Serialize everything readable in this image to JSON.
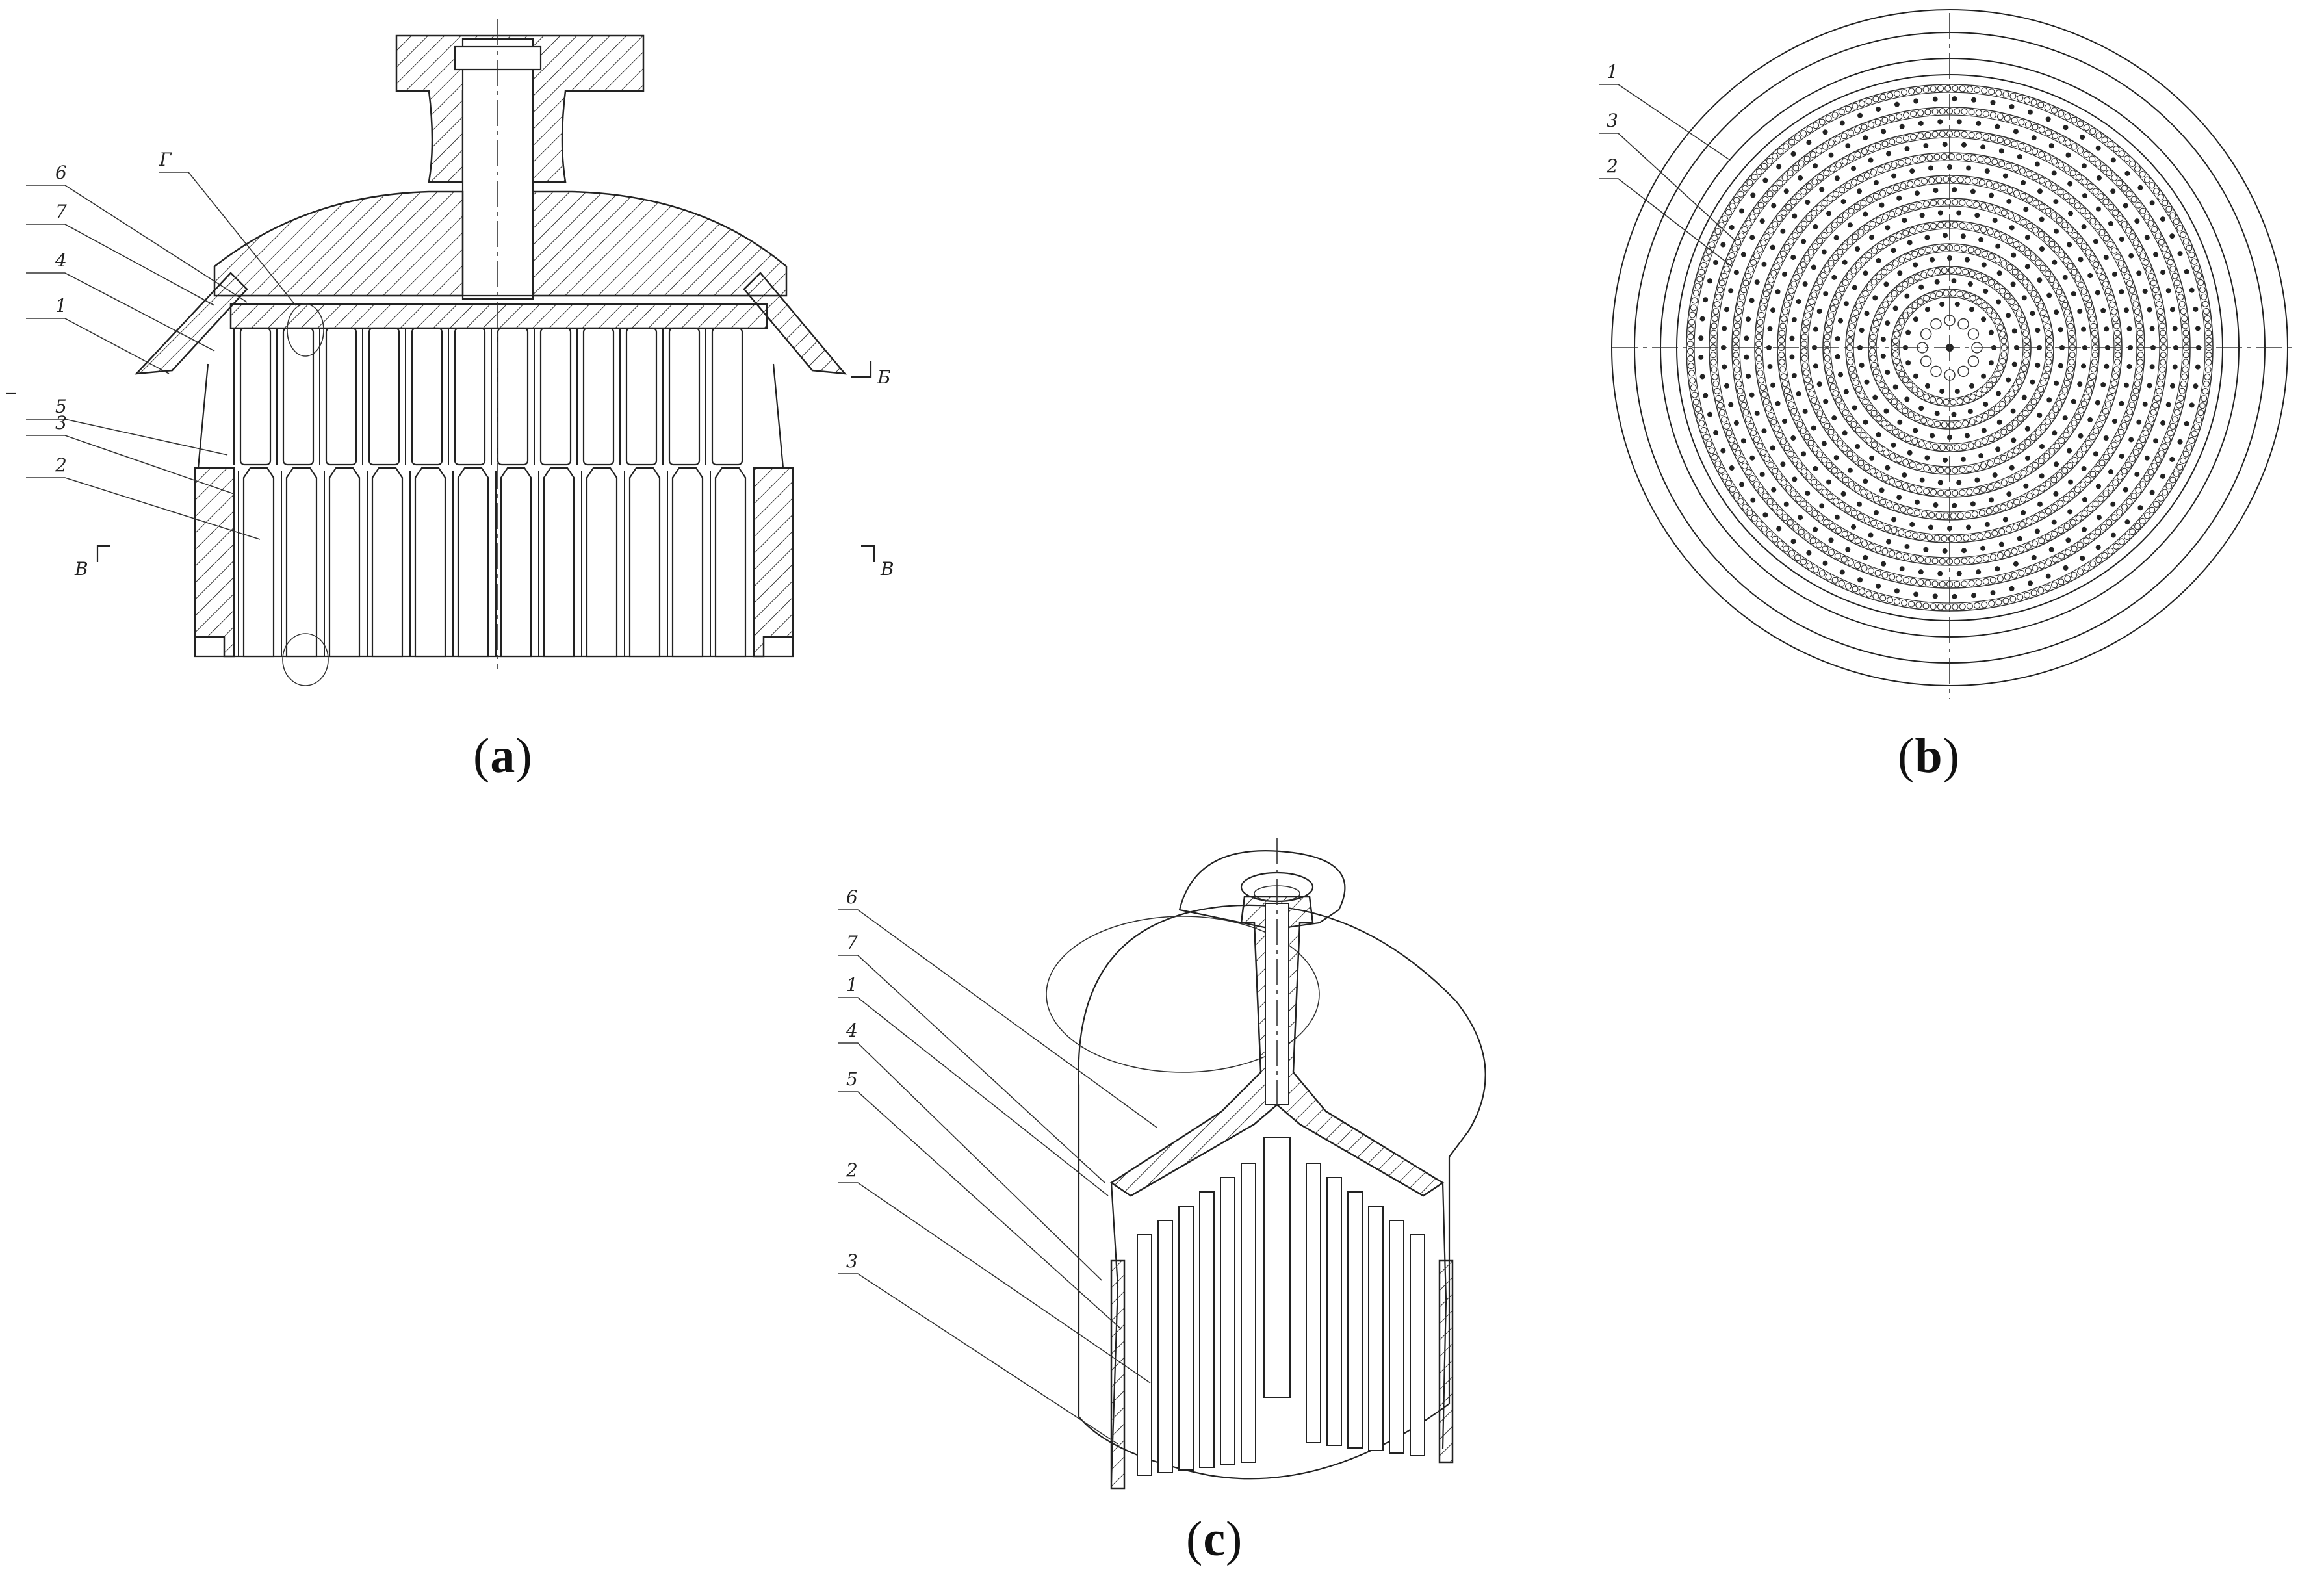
{
  "panels": {
    "a": {
      "caption_open": "(",
      "caption_letter": "a",
      "caption_close": ")",
      "labels": {
        "l6": "6",
        "l7": "7",
        "l4": "4",
        "l1": "1",
        "l5": "5",
        "l3": "3",
        "l2": "2",
        "lg": "Г"
      },
      "section_marks": {
        "b_right": "Б",
        "v_left": "В",
        "v_right": "В"
      }
    },
    "b": {
      "caption_open": "(",
      "caption_letter": "b",
      "caption_close": ")",
      "labels": {
        "l1": "1",
        "l3": "3",
        "l2": "2"
      }
    },
    "c": {
      "caption_open": "(",
      "caption_letter": "c",
      "caption_close": ")",
      "labels": {
        "l6": "6",
        "l7": "7",
        "l1": "1",
        "l4": "4",
        "l5": "5",
        "l2": "2",
        "l3": "3"
      }
    }
  }
}
